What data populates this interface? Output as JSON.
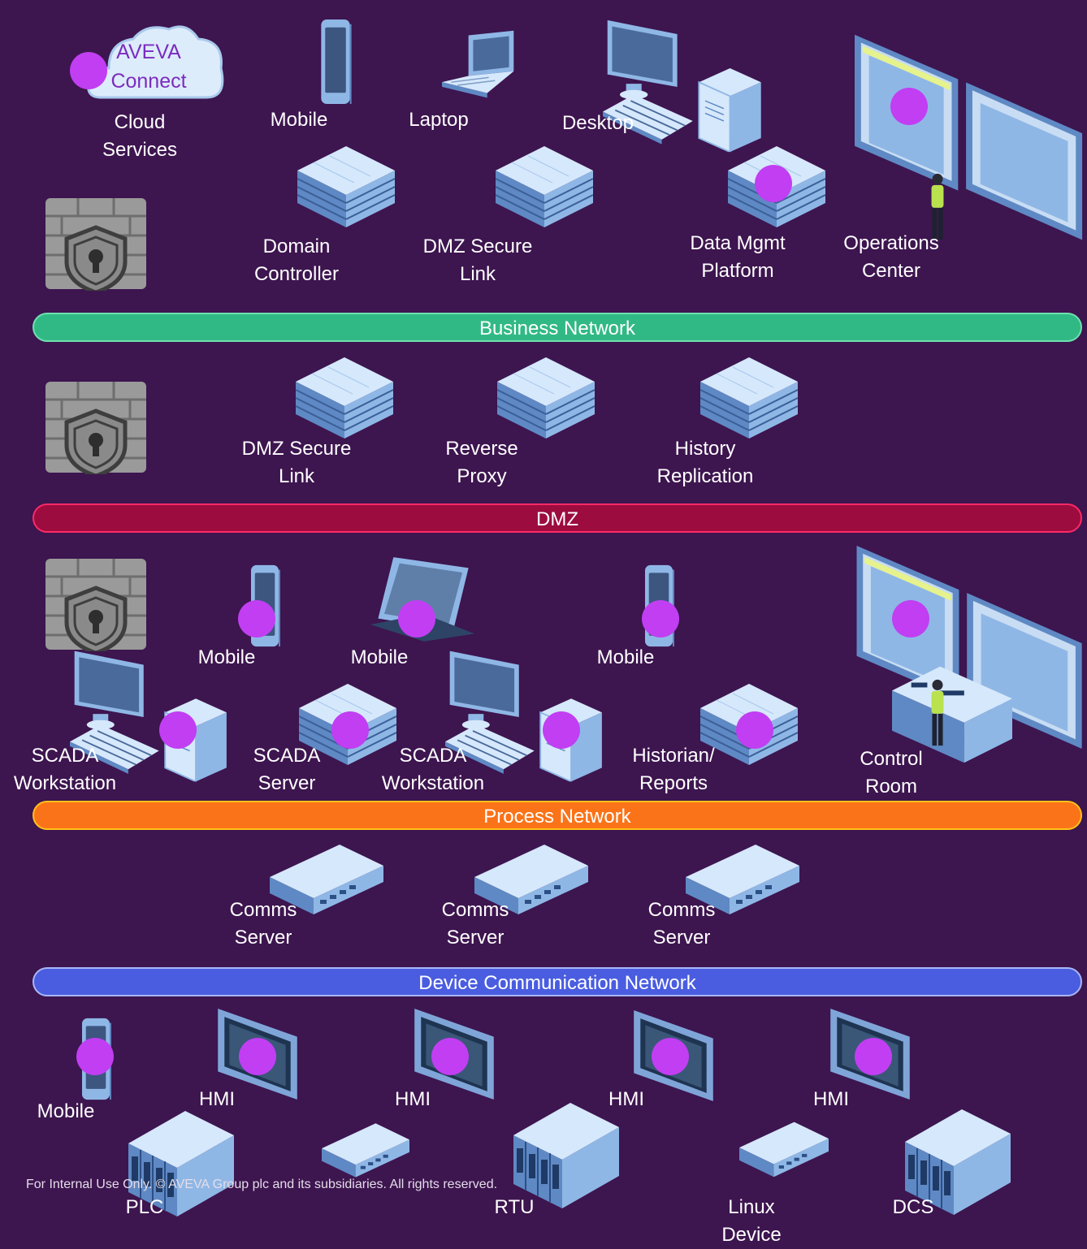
{
  "cloud": {
    "line1": "AVEVA",
    "line2": "Connect"
  },
  "labels": {
    "cloud_services": [
      "Cloud",
      "Services"
    ],
    "mobile_top": [
      "Mobile"
    ],
    "laptop": [
      "Laptop"
    ],
    "desktop": [
      "Desktop"
    ],
    "domain_controller": [
      "Domain",
      "Controller"
    ],
    "dmz_link_top": [
      "DMZ Secure",
      "Link"
    ],
    "data_mgmt": [
      "Data Mgmt",
      "Platform"
    ],
    "ops_center": [
      "Operations",
      "Center"
    ],
    "dmz_link": [
      "DMZ Secure",
      "Link"
    ],
    "reverse_proxy": [
      "Reverse",
      "Proxy"
    ],
    "history_replication": [
      "History",
      "Replication"
    ],
    "mobile_p1": [
      "Mobile"
    ],
    "mobile_p2": [
      "Mobile"
    ],
    "mobile_p3": [
      "Mobile"
    ],
    "scada_ws1": [
      "SCADA",
      "Workstation"
    ],
    "scada_server": [
      "SCADA",
      "Server"
    ],
    "scada_ws2": [
      "SCADA",
      "Workstation"
    ],
    "historian": [
      "Historian/",
      "Reports"
    ],
    "control_room": [
      "Control",
      "Room"
    ],
    "comms1": [
      "Comms",
      "Server"
    ],
    "comms2": [
      "Comms",
      "Server"
    ],
    "comms3": [
      "Comms",
      "Server"
    ],
    "mobile_d": [
      "Mobile"
    ],
    "hmi1": [
      "HMI"
    ],
    "hmi2": [
      "HMI"
    ],
    "hmi3": [
      "HMI"
    ],
    "hmi4": [
      "HMI"
    ],
    "plc": [
      "PLC"
    ],
    "rtu": [
      "RTU"
    ],
    "linux": [
      "Linux",
      "Device"
    ],
    "dcs": [
      "DCS"
    ]
  },
  "networks": {
    "business": {
      "label": "Business Network",
      "color": "#31b985"
    },
    "dmz": {
      "label": "DMZ",
      "color": "#9c0c3f"
    },
    "process": {
      "label": "Process Network",
      "color": "#fb7318"
    },
    "device": {
      "label": "Device Communication Network",
      "color": "#4a5de0"
    }
  },
  "footer": "For Internal Use Only. © AVEVA Group plc and its subsidiaries. All rights reserved.",
  "colors": {
    "background": "#3d154f",
    "highlight": "#c13ef2",
    "device_blue": "#8fb7e6"
  },
  "icons": [
    "cloud-icon",
    "firewall-icon",
    "mobile-icon",
    "laptop-icon",
    "desktop-icon",
    "server-rack-icon",
    "video-wall-icon",
    "tablet-icon",
    "switch-icon",
    "hmi-panel-icon",
    "plc-cabinet-icon"
  ]
}
